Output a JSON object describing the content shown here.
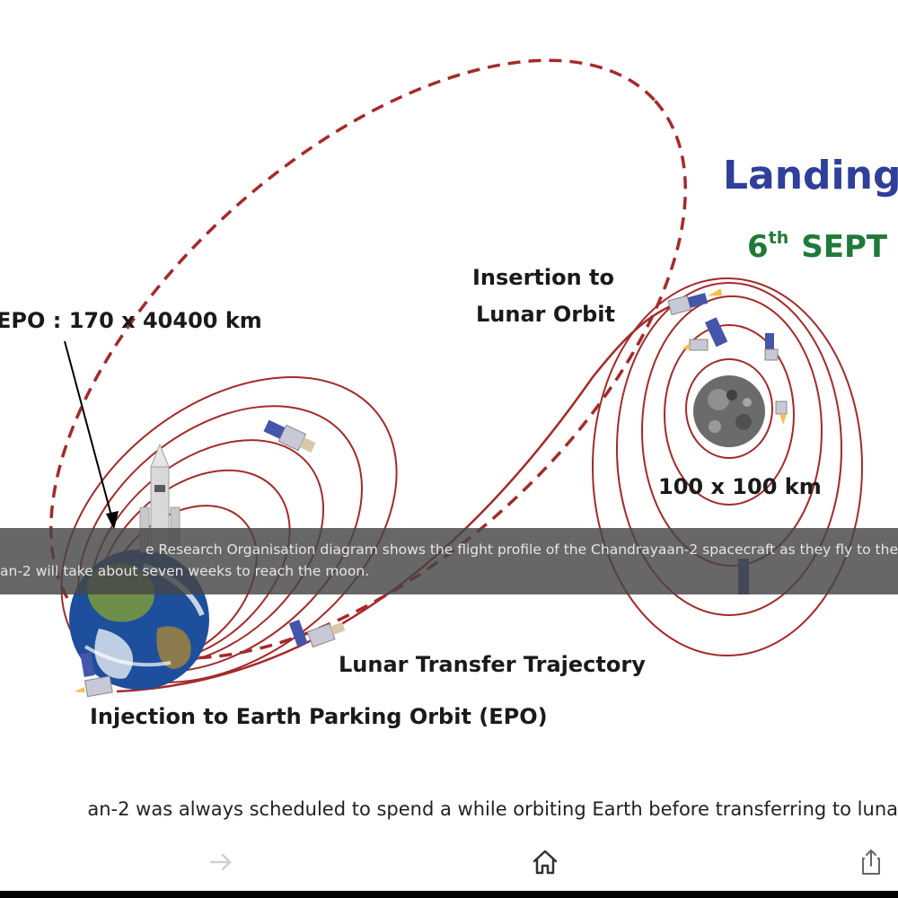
{
  "diagram": {
    "title_landing": "Landing",
    "date_day": "6",
    "date_suffix": "th",
    "date_month": "SEPT",
    "label_epo": "EPO : 170 x 40400 km",
    "label_insertion_line1": "Insertion to",
    "label_insertion_line2": "Lunar Orbit",
    "label_lunar_orbit_size": "100 x 100 km",
    "label_lunar_transfer": "Lunar Transfer Trajectory",
    "label_injection": "Injection to Earth Parking Orbit (EPO)",
    "colors": {
      "orbit": "#a52a2a",
      "title_blue": "#2f3f9a",
      "title_green": "#1f7a3a"
    }
  },
  "caption": {
    "line1": "e Research Organisation diagram shows the flight profile of the Chandrayaan-2 spacecraft as they fly to the",
    "line2": "an-2 will take about seven weeks to reach the moon."
  },
  "article": {
    "text": "an-2 was always scheduled to spend a while orbiting Earth before transferring to luna"
  },
  "toolbar": {
    "forward_icon": "arrow-right-icon",
    "home_icon": "home-icon",
    "share_icon": "share-icon"
  }
}
